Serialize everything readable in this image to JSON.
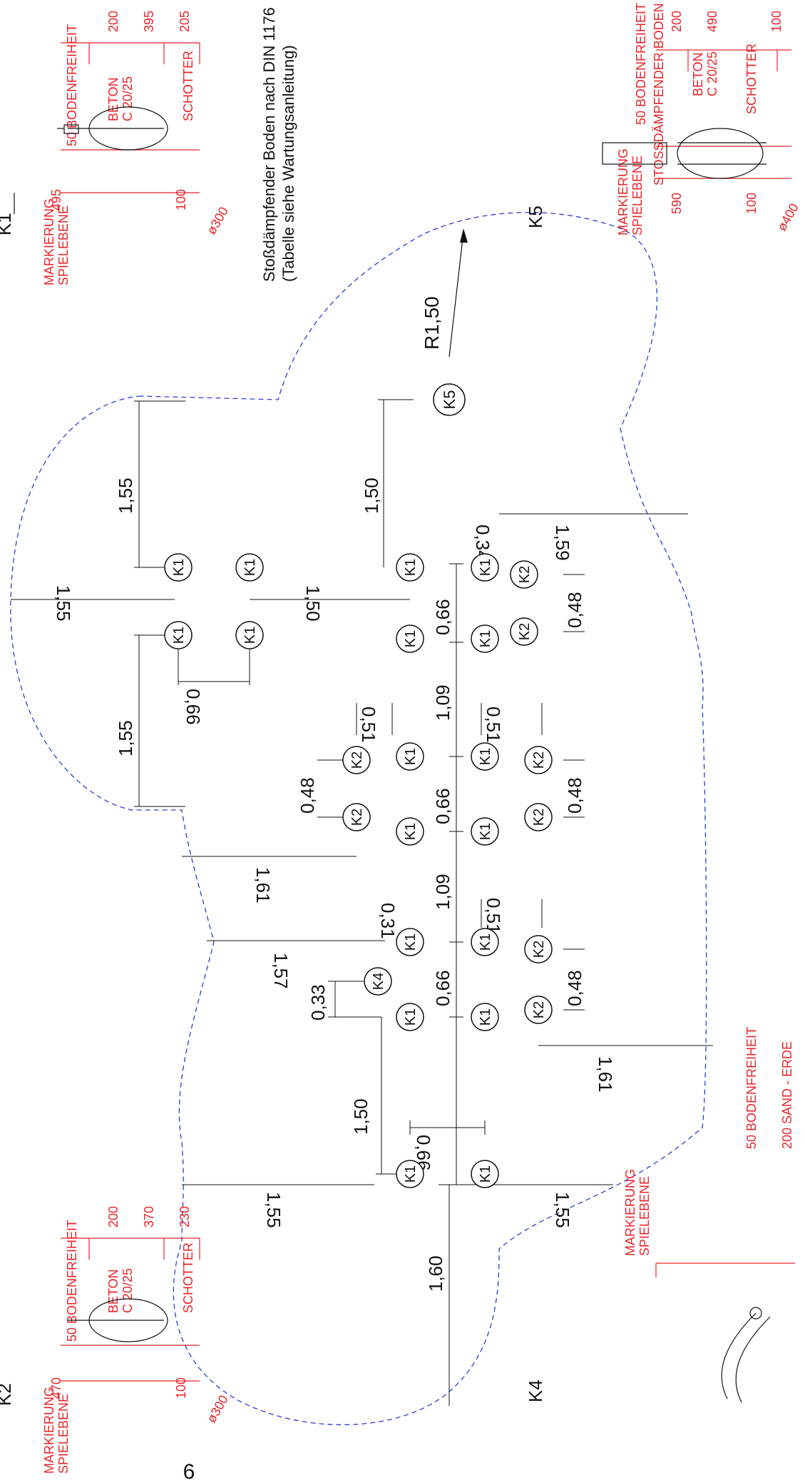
{
  "page_number": "6",
  "note": {
    "line1": "Stoßdämpfender Boden nach DIN 1176",
    "line2": "(Tabelle siehe Wartungsanleitung)"
  },
  "radius_label": "R1,50",
  "details": {
    "K1": {
      "title": "K1",
      "marker": "MARKIERUNG",
      "marker2": "SPIELEBENE",
      "clear": "50  BODENFREIHEIT",
      "beton": "BETON",
      "grade": "C 20/25",
      "schotter": "SCHOTTER",
      "d1": "200",
      "d2": "395",
      "d3": "205",
      "h1": "495",
      "h2": "100",
      "dia": "ø300"
    },
    "K2": {
      "title": "K2",
      "marker": "MARKIERUNG",
      "marker2": "SPIELEBENE",
      "clear": "50  BODENFREIHEIT",
      "beton": "BETON",
      "grade": "C 20/25",
      "schotter": "SCHOTTER",
      "d1": "200",
      "d2": "370",
      "d3": "230",
      "h1": "470",
      "h2": "100",
      "dia": "ø300"
    },
    "K5": {
      "title": "K5",
      "marker": "MARKIERUNG",
      "marker2": "SPIELEBENE",
      "clear": "50  BODENFREIHEIT",
      "stoss": "STOSSDÄMPFENDER BODEN",
      "beton": "BETON",
      "grade": "C 20/25",
      "schotter": "SCHOTTER",
      "d1": "200",
      "d2": "490",
      "d3": "100",
      "h1": "590",
      "h2": "100",
      "dia": "ø400"
    },
    "K4": {
      "title": "K4",
      "marker": "MARKIERUNG",
      "marker2": "SPIELEBENE",
      "clear": "50  BODENFREIHEIT",
      "sand": "200 SAND - ERDE"
    }
  },
  "posts": {
    "K1": "K1",
    "K2": "K2",
    "K4": "K4",
    "K5": "K5"
  },
  "dims": {
    "a155": "1,55",
    "b155": "1,55",
    "c155": "1,55",
    "d155": "1,55",
    "e155": "1,55",
    "a150": "1,50",
    "b150": "1,50",
    "c150": "1,50",
    "d066": "0,66",
    "e066": "0,66",
    "f066": "0,66",
    "g066": "0,66",
    "h066": "0,66",
    "a109": "1,09",
    "b109": "1,09",
    "a051": "0,51",
    "b051": "0,51",
    "c051": "0,51",
    "a048": "0,48",
    "b048": "0,48",
    "c048": "0,48",
    "d048": "0,48",
    "a161": "1,61",
    "b161": "1,61",
    "a157": "1,57",
    "a031": "0,31",
    "a033": "0,33",
    "a034": "0,34",
    "a159": "1,59",
    "a160": "1,60"
  }
}
